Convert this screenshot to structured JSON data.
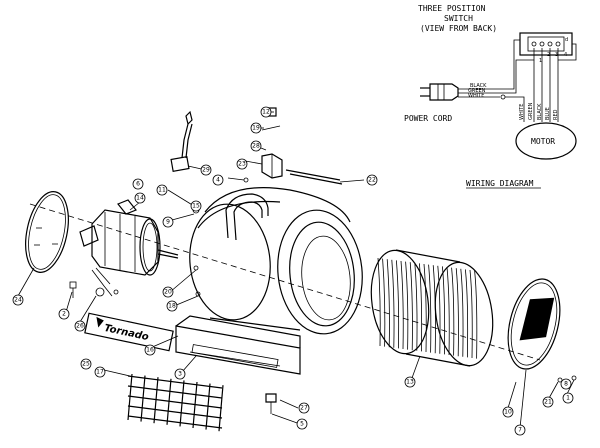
{
  "wiring": {
    "switch_title_1": "THREE POSITION",
    "switch_title_2": "SWITCH",
    "switch_title_3": "(VIEW FROM BACK)",
    "power_cord": "POWER CORD",
    "motor": "MOTOR",
    "diagram_title": "WIRING DIAGRAM",
    "cord_wires": [
      "BLACK",
      "GREEN",
      "WHITE"
    ],
    "motor_wires": [
      "WHITE",
      "GREEN",
      "BLACK",
      "BLUE",
      "RED"
    ],
    "terminals": [
      "1",
      "2",
      "3",
      "4"
    ]
  },
  "logo": "Tornado",
  "callouts": [
    "1",
    "2",
    "3",
    "4",
    "5",
    "6",
    "7",
    "8",
    "9",
    "10",
    "11",
    "12",
    "13",
    "14",
    "15",
    "16",
    "17",
    "18",
    "19",
    "20",
    "21",
    "22",
    "23",
    "24",
    "25",
    "26",
    "27",
    "28",
    "29"
  ]
}
